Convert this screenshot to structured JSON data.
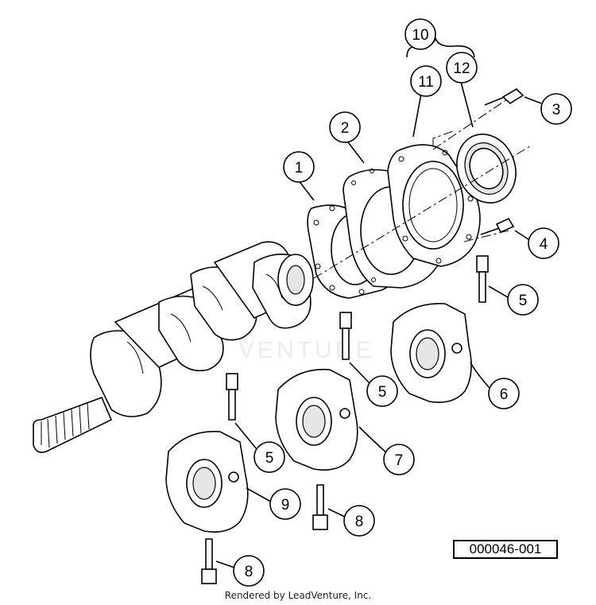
{
  "diagram": {
    "callouts": [
      {
        "id": "c1",
        "label": "1"
      },
      {
        "id": "c2",
        "label": "2"
      },
      {
        "id": "c3",
        "label": "3"
      },
      {
        "id": "c4",
        "label": "4"
      },
      {
        "id": "c5a",
        "label": "5"
      },
      {
        "id": "c5b",
        "label": "5"
      },
      {
        "id": "c5c",
        "label": "5"
      },
      {
        "id": "c6",
        "label": "6"
      },
      {
        "id": "c7",
        "label": "7"
      },
      {
        "id": "c8a",
        "label": "8"
      },
      {
        "id": "c8b",
        "label": "8"
      },
      {
        "id": "c9",
        "label": "9"
      },
      {
        "id": "c10",
        "label": "10"
      },
      {
        "id": "c11",
        "label": "11"
      },
      {
        "id": "c12",
        "label": "12"
      }
    ],
    "figure_code": "000046-001",
    "credit": "Rendered by LeadVenture, Inc.",
    "watermark": "VENTURE"
  }
}
